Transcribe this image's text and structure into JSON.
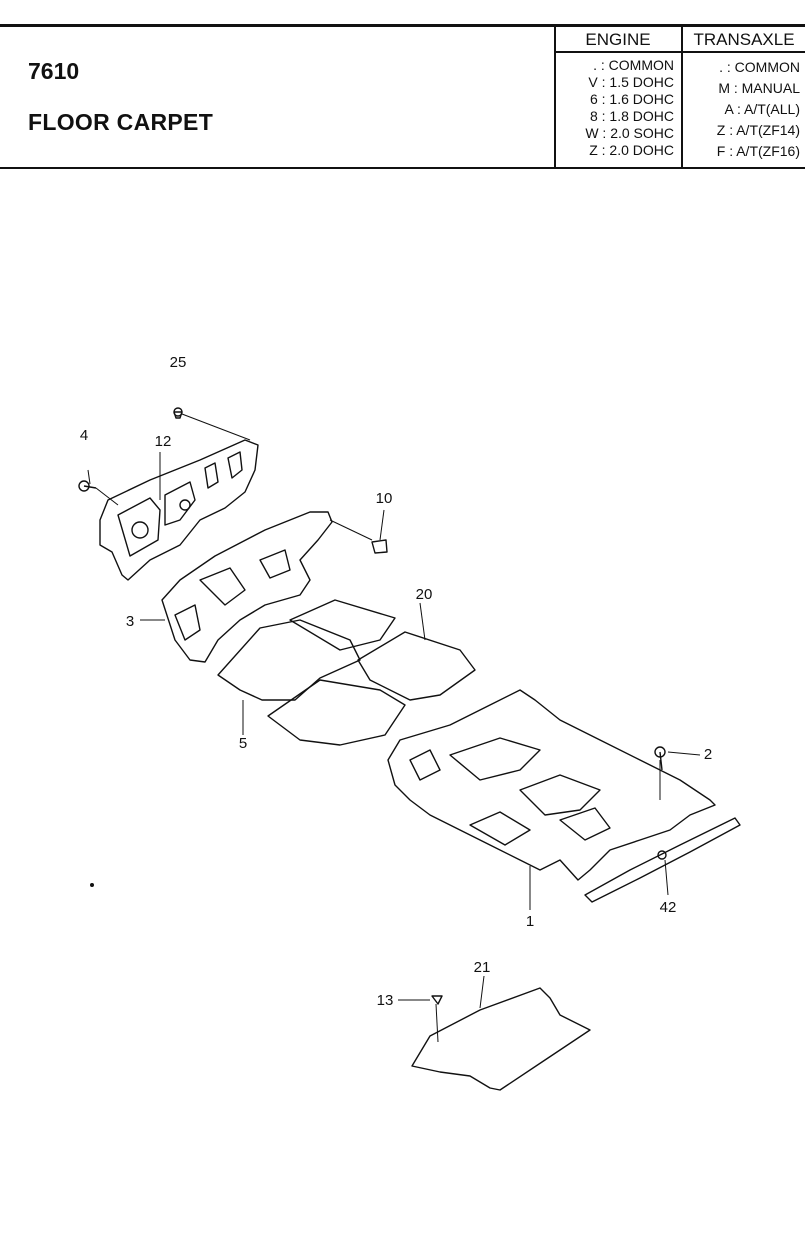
{
  "header": {
    "code": "7610",
    "title": "FLOOR CARPET",
    "engine_heading": "ENGINE",
    "transaxle_heading": "TRANSAXLE",
    "engine_codes": [
      ". : COMMON",
      "V : 1.5 DOHC",
      "6 : 1.6 DOHC",
      "8 : 1.8 DOHC",
      "W : 2.0 SOHC",
      "Z : 2.0 DOHC"
    ],
    "transaxle_codes": [
      ". : COMMON",
      "M : MANUAL",
      "A : A/T(ALL)",
      "Z : A/T(ZF14)",
      "F : A/T(ZF16)"
    ]
  },
  "callouts": {
    "p25": "25",
    "p4": "4",
    "p12": "12",
    "p10": "10",
    "p20": "20",
    "p3": "3",
    "p5": "5",
    "p2": "2",
    "p1": "1",
    "p42": "42",
    "p21": "21",
    "p13": "13"
  }
}
